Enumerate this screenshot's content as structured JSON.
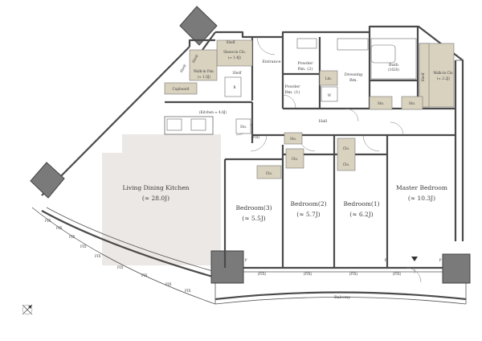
{
  "colors": {
    "wall": "#4a4a4a",
    "storage_fill": "#d9d2bf",
    "ldk_zone": "#ece8e5",
    "column": "#7a7a7a",
    "balcony_rail": "#5a5a5a"
  },
  "rooms": {
    "ldk_name": "Living Dining Kitchen",
    "ldk_area": "(≈ 28.0J)",
    "kitchen": "(Kitchen ≈ 4.8J)",
    "bedroom3_name": "Bedroom(3)",
    "bedroom3_area": "(≈ 5.5J)",
    "bedroom2_name": "Bedroom(2)",
    "bedroom2_area": "(≈ 5.7J)",
    "bedroom1_name": "Bedroom(1)",
    "bedroom1_area": "(≈ 6.2J)",
    "master_name": "Master Bedroom",
    "master_area": "(≈ 10.3J)",
    "entrance": "Entrance",
    "hall": "Hall",
    "powder2_line1": "Powder",
    "powder2_line2": "Rm. (2)",
    "powder1_line1": "Powder",
    "powder1_line2": "Rm. (1)",
    "dressing_line1": "Dressing",
    "dressing_line2": "Rm.",
    "bath_name": "Bath",
    "bath_size": "(1620)",
    "balcony": "Balcony"
  },
  "storage": {
    "shoes_in_line1": "Shoes-in Clo.",
    "shoes_in_line2": "(≈ 1.4J)",
    "walkin_pan_line1": "Walk-in Pan.",
    "walkin_pan_line2": "(≈ 1.0J)",
    "walkin_clo_line1": "Walk-in Clo.",
    "walkin_clo_line2": "(≈ 2.2J)",
    "cupboard": "Cupboard",
    "shelf": "Shelf",
    "sto": "Sto.",
    "clo": "Clo.",
    "lin": "Lin.",
    "r_mark": "R",
    "w_mark": "W",
    "p_mark": "P"
  },
  "fix": "FIX",
  "fix_paren": "(FIX)"
}
